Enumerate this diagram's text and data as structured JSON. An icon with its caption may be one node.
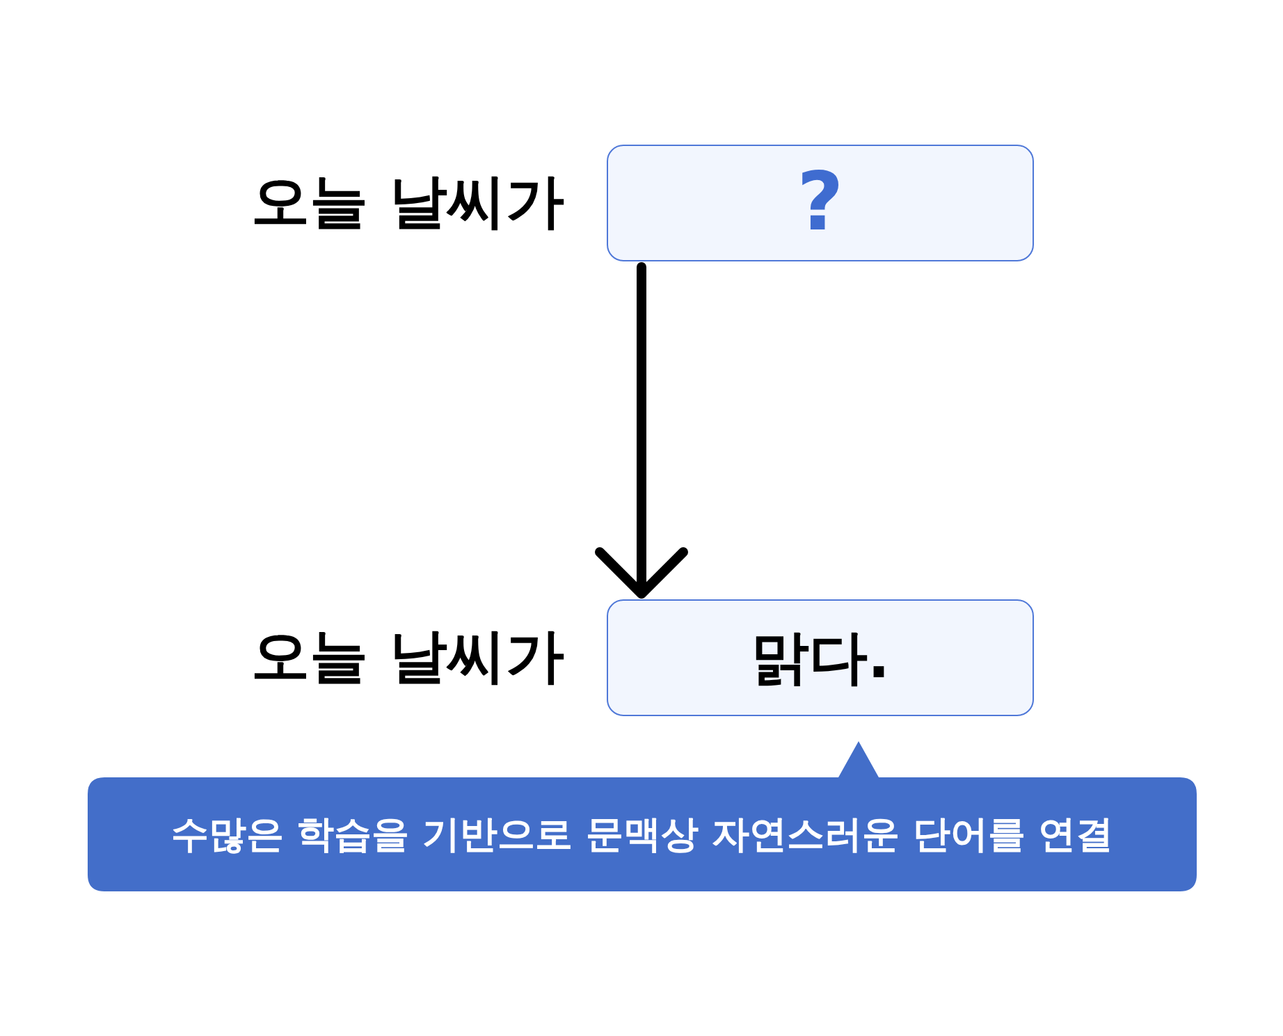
{
  "diagram": {
    "nodes": [
      {
        "text": [
          "오늘 날씨가"
        ]
      },
      {
        "text": [
          "?"
        ]
      },
      {
        "text": [
          "오늘 날씨가"
        ]
      },
      {
        "text": [
          "맑다."
        ]
      },
      {
        "text": [
          "수많은 학습을 기반으로 문맥상 자연스러운 단어를 연결"
        ]
      }
    ],
    "edges": [
      {
        "from": 1,
        "to": 3,
        "arrow": "to"
      }
    ]
  }
}
